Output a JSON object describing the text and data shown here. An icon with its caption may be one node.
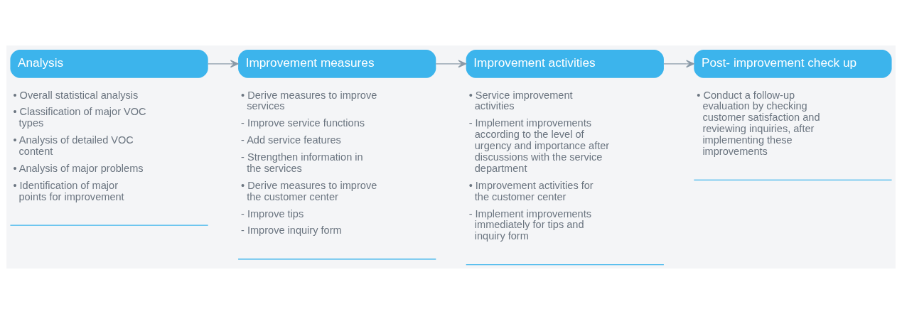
{
  "diagram": {
    "nodes": [
      {
        "text": [
          "Analysis",
          "• Overall statistical analysis",
          "• Classification of major VOC types",
          "• Analysis of detailed VOC content",
          "• Analysis of major problems",
          "• Identification of major points for improvement"
        ]
      },
      {
        "text": [
          "Improvement measures",
          "• Derive measures to improve services",
          "- Improve service functions",
          "- Add service features",
          "- Strengthen information in the services",
          "• Derive measures to improve the customer center",
          "- Improve tips",
          "- Improve inquiry form"
        ]
      },
      {
        "text": [
          "Improvement activities",
          "• Service improvement activities",
          "- Implement improvements according to the level of urgency and importance after discussions with the service department",
          "• Improvement activities for the customer center",
          "- Implement improvements immediately for tips and inquiry form"
        ]
      },
      {
        "text": [
          "Post- improvement check up",
          "• Conduct a follow-up evaluation by checking customer satisfaction and reviewing inquiries, after implementing these improvements"
        ]
      }
    ],
    "edges": [
      {
        "from": 0,
        "to": 1,
        "arrow": "to"
      },
      {
        "from": 1,
        "to": 2,
        "arrow": "to"
      },
      {
        "from": 2,
        "to": 3,
        "arrow": "to"
      }
    ]
  }
}
